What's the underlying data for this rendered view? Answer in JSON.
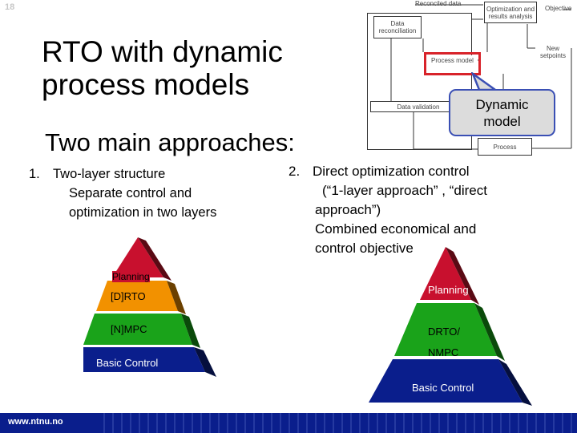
{
  "slide": {
    "number": "18"
  },
  "title": {
    "line1": "RTO with dynamic",
    "line2": "process models"
  },
  "subtitle": "Two main approaches:",
  "left_item": {
    "number": "1.",
    "line1": "Two-layer structure",
    "line2": "Separate control and",
    "line3": "optimization in two layers"
  },
  "right_item": {
    "number": "2.",
    "line1": "Direct optimization control",
    "line2": "(“1-layer approach” , “direct",
    "line3": "approach”)",
    "line4": "Combined economical and",
    "line5": "control objective"
  },
  "diagram": {
    "boxes": {
      "reconciled": "Reconciled data",
      "optimization": "Optimization and results analysis",
      "objective": "Objective",
      "data_reconciliation": "Data reconciliation",
      "process_model": "Process model",
      "new_setpoints": "New setpoints",
      "data_validation": "Data validation",
      "process": "Process"
    },
    "highlight_color": "#d8232a"
  },
  "callout": {
    "line1": "Dynamic",
    "line2": "model",
    "border_color": "#3a4fb4"
  },
  "pyramid_left": {
    "levels": [
      "Planning",
      "[D]RTO",
      "[N]MPC",
      "Basic Control"
    ],
    "colors": [
      "#c8102e",
      "#f29100",
      "#1aa31a",
      "#0a1e8c"
    ]
  },
  "pyramid_right": {
    "levels": [
      "Planning",
      "DRTO/",
      "NMPC",
      "Basic Control"
    ],
    "colors": [
      "#c8102e",
      "#1aa31a",
      "#0a1e8c"
    ]
  },
  "footer": {
    "url": "www.ntnu.no",
    "color": "#0a1e8c"
  }
}
